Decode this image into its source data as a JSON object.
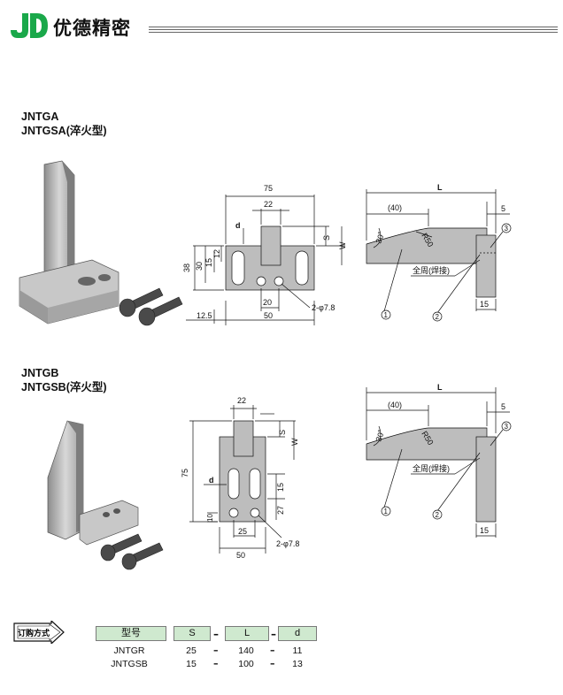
{
  "header": {
    "logo_text": "JD",
    "brand": "优德精密"
  },
  "sectionA": {
    "model1": "JNTGA",
    "model2": "JNTGSA",
    "model2_suffix": "(淬火型)",
    "front": {
      "d": "d",
      "w75": "75",
      "w22": "22",
      "h38": "38",
      "h30": "30",
      "h15": "15",
      "h12": "12",
      "S": "S",
      "W": "W",
      "w20": "20",
      "w50": "50",
      "w125": "12.5",
      "holes": "2-φ7.8"
    },
    "side": {
      "L": "L",
      "l40": "(40)",
      "t5": "5",
      "angle": "30˚",
      "r50": "R50",
      "weld": "全周(焊接)",
      "t15": "15",
      "c1": "1",
      "c2": "2",
      "c3": "3"
    }
  },
  "sectionB": {
    "model1": "JNTGB",
    "model2": "JNTGSB",
    "model2_suffix": "(淬火型)",
    "front": {
      "w22": "22",
      "S": "S",
      "W": "W",
      "h75": "75",
      "d": "d",
      "h15": "15",
      "h27": "27",
      "h10": "10",
      "w25": "25",
      "w50": "50",
      "holes": "2-φ7.8"
    },
    "side": {
      "L": "L",
      "l40": "(40)",
      "t5": "5",
      "angle": "30˚",
      "r50": "R50",
      "weld": "全周(焊接)",
      "t15": "15",
      "c1": "1",
      "c2": "2",
      "c3": "3"
    }
  },
  "order": {
    "label": "订购方式",
    "headers": [
      "型号",
      "S",
      "L",
      "d"
    ],
    "rows": [
      [
        "JNTGR",
        "25",
        "140",
        "11"
      ],
      [
        "JNTGSB",
        "15",
        "100",
        "13"
      ]
    ],
    "dash": "–"
  },
  "colors": {
    "brand_green": "#1aa84a",
    "table_header": "#cfe9cf",
    "part_gray": "#b9b9b9"
  }
}
